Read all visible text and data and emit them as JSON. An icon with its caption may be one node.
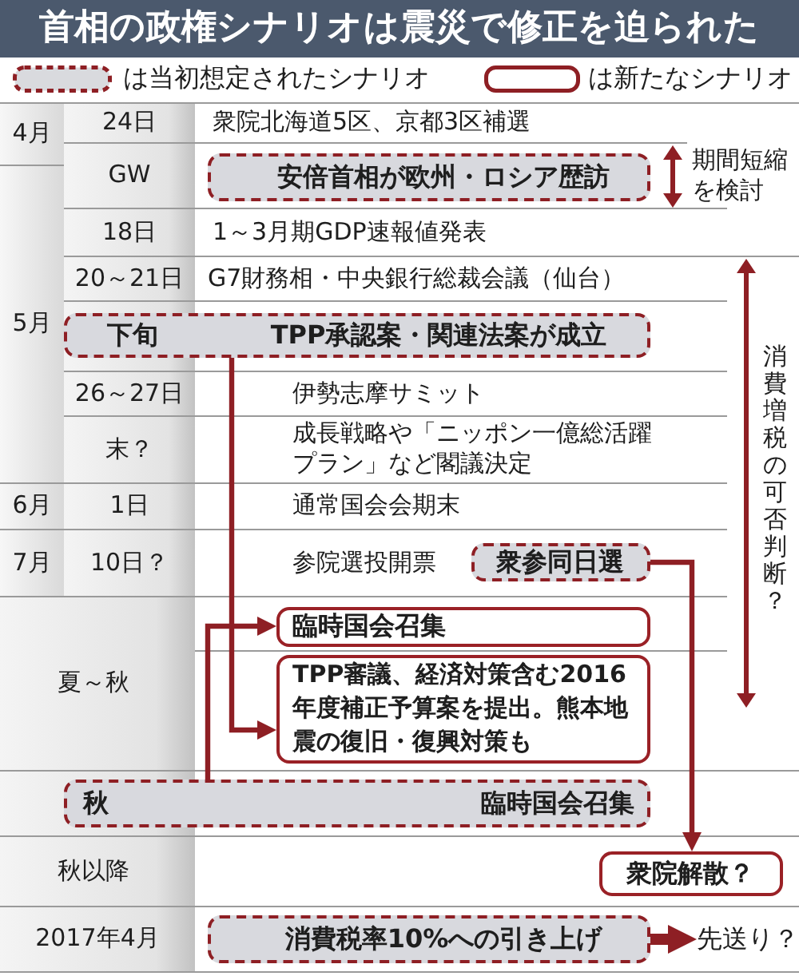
{
  "diagram": {
    "title": "首相の政権シナリオは震災で修正を迫られた",
    "nodes": [
      {
        "text": [
          "安倍首相が欧州・ロシア歴訪"
        ]
      },
      {
        "text": [
          "下旬",
          "TPP承認案・関連法案が成立"
        ]
      },
      {
        "text": [
          "衆参同日選"
        ]
      },
      {
        "text": [
          "臨時国会召集"
        ]
      },
      {
        "text": [
          "TPP審議、経済対策含む2016年度補正予算案を提出。熊本地震の復旧・復興対策も"
        ]
      },
      {
        "text": [
          "秋",
          "臨時国会召集"
        ]
      },
      {
        "text": [
          "衆院解散？"
        ]
      },
      {
        "text": [
          "消費税率10%への引き上げ"
        ]
      },
      {
        "text": [
          "先送り？"
        ]
      }
    ],
    "edges": [
      {
        "from": 1,
        "to": 4,
        "arrow": "to"
      },
      {
        "from": 5,
        "to": 3,
        "arrow": "to"
      },
      {
        "from": 2,
        "to": 6,
        "arrow": "to"
      },
      {
        "from": 7,
        "to": 8,
        "arrow": "to",
        "style": "thick"
      }
    ],
    "labels": [
      "4月",
      "24日",
      "衆院北海道5区、京都3区補選",
      "GW",
      "期間短縮を検討",
      "5月",
      "18日",
      "1～3月期GDP速報値発表",
      "20～21日",
      "G7財務相・中央銀行総裁会議（仙台）",
      "消費増税の可否判断？",
      "26～27日",
      "伊勢志摩サミット",
      "末？",
      "成長戦略や「ニッポン一億総活躍プラン」など閣議決定",
      "6月",
      "1日",
      "通常国会会期末",
      "7月",
      "10日？",
      "参院選投開票",
      "夏～秋",
      "秋以降",
      "2017年4月"
    ],
    "legend": [
      {
        "text": "は当初想定されたシナリオ"
      },
      {
        "text": "は新たなシナリオ"
      }
    ]
  }
}
